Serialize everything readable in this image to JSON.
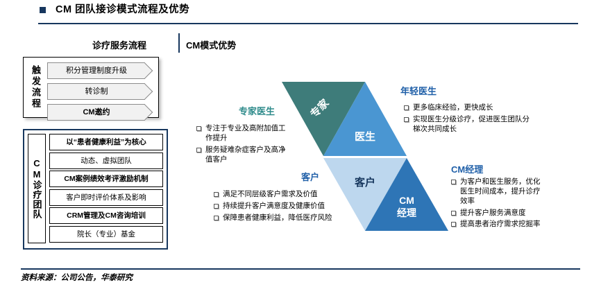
{
  "title": "CM 团队接诊模式流程及优势",
  "left_panel": {
    "section_title": "诊疗服务流程",
    "trigger": {
      "label": "触发流程",
      "steps": [
        "积分管理制度升级",
        "转诊制",
        "CM邀约"
      ]
    },
    "team": {
      "label": "CM诊疗团队",
      "items": [
        "以“患者健康利益”为核心",
        "动态、虚拟团队",
        "CM案例绩效考评激励机制",
        "客户即时评价体系及影响",
        "CRM管理及CM咨询培训",
        "院长（专业）基金"
      ]
    }
  },
  "right_panel": {
    "section_title": "CM模式优势",
    "triangle_labels": {
      "expert": "专家",
      "doctor": "医生",
      "customer": "客户",
      "cm_line1": "CM",
      "cm_line2": "经理"
    },
    "groups": {
      "expert": {
        "title": "专家医生",
        "bullets": [
          "专注于专业及高附加值工作提升",
          "服务疑难杂症客户及高净值客户"
        ]
      },
      "young_doctor": {
        "title": "年轻医生",
        "bullets": [
          "更多临床经验，更快成长",
          "实现医生分级诊疗，促进医生团队分梯次共同成长"
        ]
      },
      "customer": {
        "title": "客户",
        "bullets": [
          "满足不同层级客户需求及价值",
          "持续提升客户满意度及健康价值",
          "保障患者健康利益，降低医疗风险"
        ]
      },
      "cm_manager": {
        "title": "CM经理",
        "bullets": [
          "为客户和医生服务，优化医生时间成本，提升诊疗效率",
          "提升客户服务满意度",
          "提高患者治疗需求挖掘率"
        ]
      }
    }
  },
  "footer": {
    "source": "资料来源：公司公告，华泰研究"
  },
  "colors": {
    "navy": "#17375E",
    "expert_triangle": "#3E7C7A",
    "doctor_triangle": "#4A96D2",
    "customer_triangle": "#BDD7EE",
    "cm_triangle": "#2E75B6",
    "teal_label": "#2E8B8B",
    "blue_label": "#1F5FA8"
  }
}
